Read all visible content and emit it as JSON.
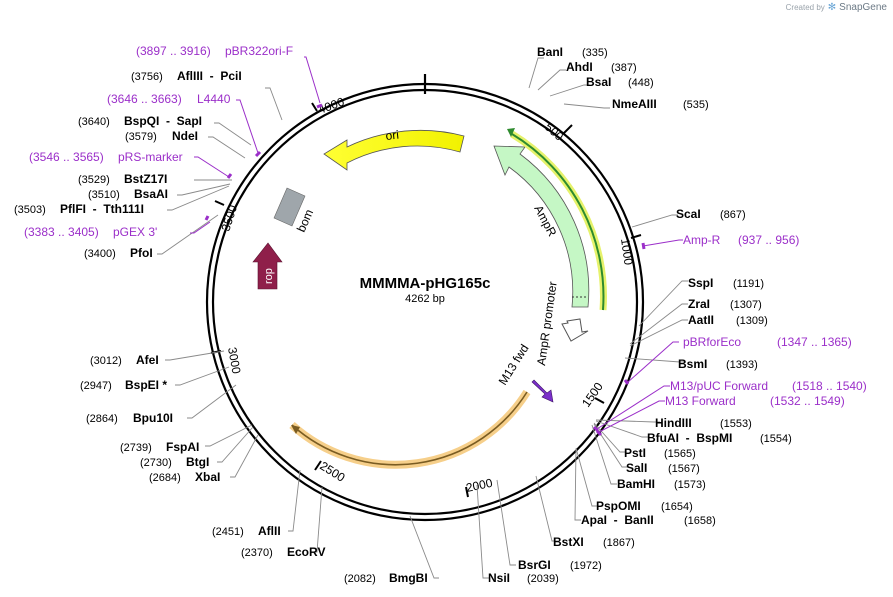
{
  "credit": {
    "prefix": "Created by",
    "brand": "SnapGene"
  },
  "plasmid": {
    "name": "MMMMA-pHG165c",
    "size_label": "4262 bp",
    "length": 4262
  },
  "ticks": [
    "500",
    "1000",
    "1500",
    "2000",
    "2500",
    "3000",
    "3500",
    "4000"
  ],
  "features": {
    "ori": "ori",
    "ampr": "AmpR",
    "ampr_promoter": "AmpR promoter",
    "bom": "bom",
    "rop": "rop",
    "m13fwd": "M13 fwd"
  },
  "sites_right": [
    {
      "name": "BanI",
      "pos": "(335)"
    },
    {
      "name": "AhdI",
      "pos": "(387)"
    },
    {
      "name": "BsaI",
      "pos": "(448)"
    },
    {
      "name": "NmeAIII",
      "pos": "(535)"
    },
    {
      "name": "ScaI",
      "pos": "(867)"
    },
    {
      "name": "SspI",
      "pos": "(1191)"
    },
    {
      "name": "ZraI",
      "pos": "(1307)"
    },
    {
      "name": "AatII",
      "pos": "(1309)"
    },
    {
      "name": "BsmI",
      "pos": "(1393)"
    },
    {
      "name": "HindIII",
      "pos": "(1553)"
    },
    {
      "name": "BfuAI  -  BspMI",
      "pos": "(1554)"
    },
    {
      "name": "PstI",
      "pos": "(1565)"
    },
    {
      "name": "SalI",
      "pos": "(1567)"
    },
    {
      "name": "BamHI",
      "pos": "(1573)"
    },
    {
      "name": "PspOMI",
      "pos": "(1654)"
    },
    {
      "name": "ApaI  -  BanII",
      "pos": "(1658)"
    },
    {
      "name": "BstXI",
      "pos": "(1867)"
    },
    {
      "name": "BsrGI",
      "pos": "(1972)"
    },
    {
      "name": "NsiI",
      "pos": "(2039)"
    }
  ],
  "sites_left": [
    {
      "name": "AflIII  -  PciI",
      "pos": "(3756)"
    },
    {
      "name": "BspQI  -  SapI",
      "pos": "(3640)"
    },
    {
      "name": "NdeI",
      "pos": "(3579)"
    },
    {
      "name": "BstZ17I",
      "pos": "(3529)"
    },
    {
      "name": "BsaAI",
      "pos": "(3510)"
    },
    {
      "name": "PflFI  -  Tth111I",
      "pos": "(3503)"
    },
    {
      "name": "PfoI",
      "pos": "(3400)"
    },
    {
      "name": "AfeI",
      "pos": "(3012)"
    },
    {
      "name": "BspEI *",
      "pos": "(2947)"
    },
    {
      "name": "Bpu10I",
      "pos": "(2864)"
    },
    {
      "name": "FspAI",
      "pos": "(2739)"
    },
    {
      "name": "BtgI",
      "pos": "(2730)"
    },
    {
      "name": "XbaI",
      "pos": "(2684)"
    },
    {
      "name": "AflII",
      "pos": "(2451)"
    },
    {
      "name": "EcoRV",
      "pos": "(2370)"
    },
    {
      "name": "BmgBI",
      "pos": "(2082)"
    }
  ],
  "primers": [
    {
      "name": "pBR322ori-F",
      "range": "(3897 .. 3916)"
    },
    {
      "name": "L4440",
      "range": "(3646 .. 3663)"
    },
    {
      "name": "pRS-marker",
      "range": "(3546 .. 3565)"
    },
    {
      "name": "pGEX 3'",
      "range": "(3383 .. 3405)"
    },
    {
      "name": "Amp-R",
      "range": "(937 .. 956)"
    },
    {
      "name": "pBRforEco",
      "range": "(1347 .. 1365)"
    },
    {
      "name": "M13/pUC Forward",
      "range": "(1518 .. 1540)"
    },
    {
      "name": "M13 Forward",
      "range": "(1532 .. 1549)"
    }
  ]
}
